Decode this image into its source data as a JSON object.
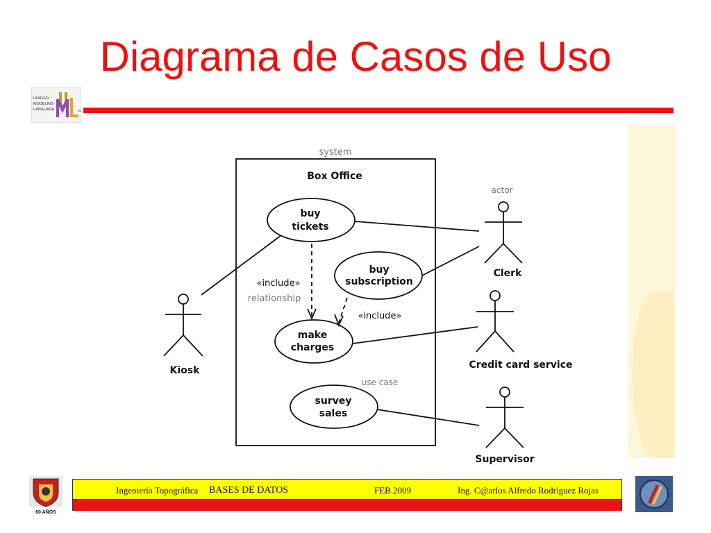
{
  "slide": {
    "title": "Diagrama de Casos de Uso"
  },
  "logo": {
    "lines": [
      "UNIFIED",
      "MODELING",
      "LANGUAGE"
    ],
    "mark": "UML",
    "tm": "TM"
  },
  "diagram": {
    "system_label": "system",
    "system_name": "Box Office",
    "actor_annotation": "actor",
    "use_case_annotation": "use case",
    "relationship_annotation": "relationship",
    "use_cases": {
      "buy_tickets": [
        "buy",
        "tickets"
      ],
      "buy_subscription": [
        "buy",
        "subscription"
      ],
      "make_charges": [
        "make",
        "charges"
      ],
      "survey_sales": [
        "survey",
        "sales"
      ]
    },
    "include_left": "«include»",
    "include_right": "«include»",
    "actors": {
      "kiosk": "Kiosk",
      "clerk": "Clerk",
      "credit_card": "Credit card service",
      "supervisor": "Supervisor"
    }
  },
  "footer": {
    "school": "Ingeniería Topográfica",
    "course": "BASES DE DATOS",
    "date": "FEB.2009",
    "author": "Ing. C@arlos Alfredo Rodríguez Rojas"
  },
  "badge": {
    "years": "60 AÑOS"
  },
  "colors": {
    "title": "#ee1111",
    "rule": "#ee1111",
    "footer_yellow": "#ffff00",
    "footer_red": "#ee1111"
  }
}
